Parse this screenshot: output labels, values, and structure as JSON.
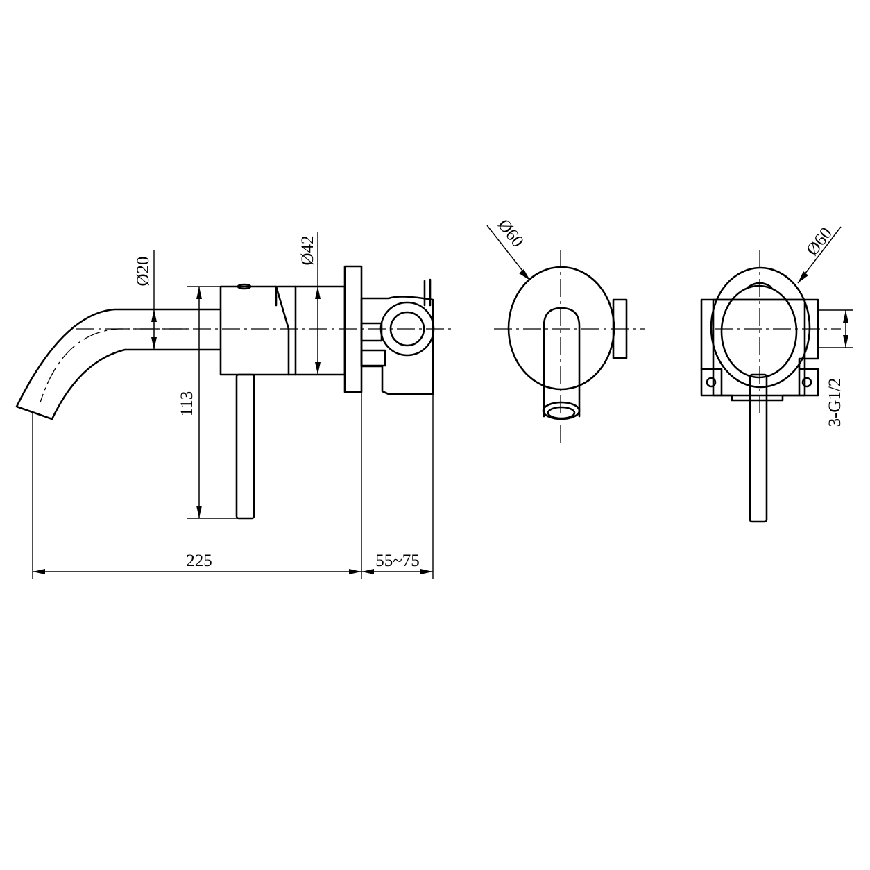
{
  "dimensions": {
    "total_length": "225",
    "wall_depth": "55~75",
    "handle_height": "113",
    "spout_diameter": "Ø20",
    "body_diameter": "Ø42",
    "front_plate_diameter": "Ø60",
    "rear_plate_diameter": "Ø60",
    "thread": "3-G1/2"
  },
  "colors": {
    "line": "#000000",
    "background": "#ffffff"
  }
}
